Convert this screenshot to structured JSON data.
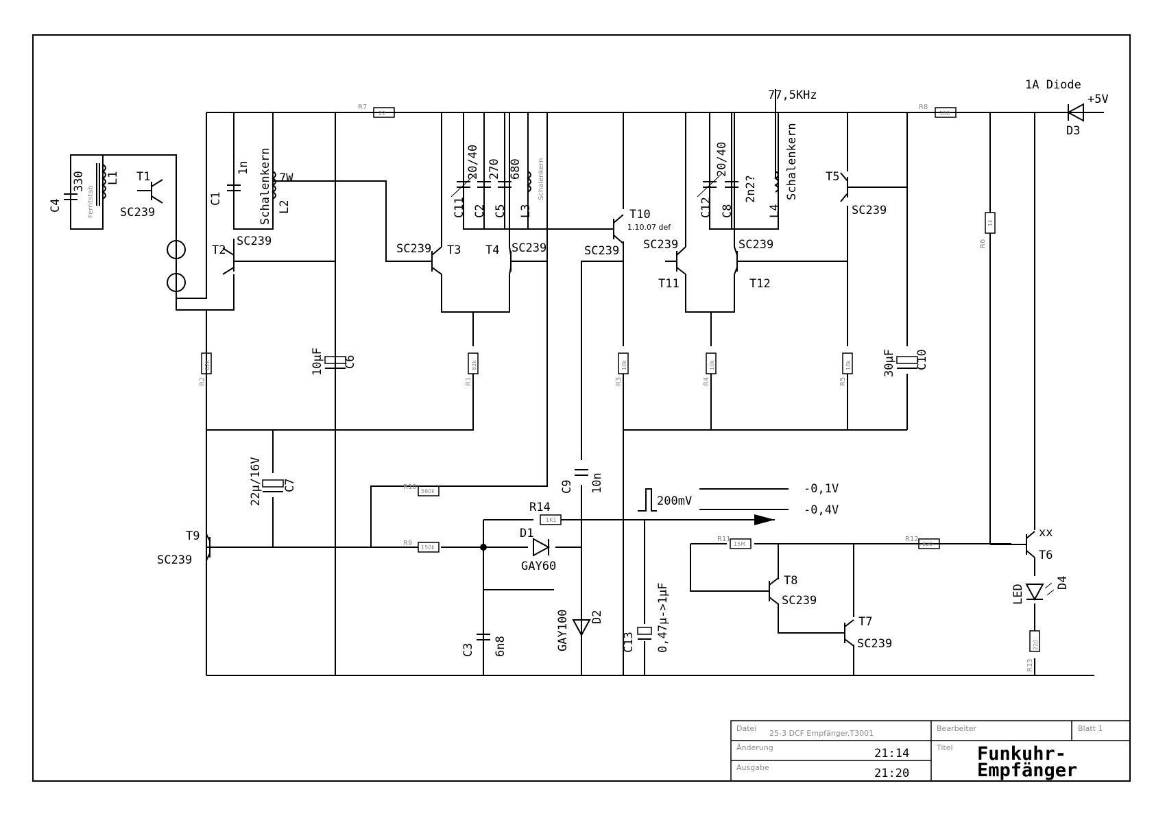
{
  "labels": {
    "diode_label": "1A Diode",
    "supply": "+5V",
    "freq": "77,5KHz",
    "d3": "D3",
    "c4": "C4",
    "c4_val": "330",
    "ferrit": "Ferritstab",
    "l1": "L1",
    "t1": "T1",
    "t1_type": "SC239",
    "c1": "C1",
    "c1_val": "1n",
    "schalenkern": "Schalenkern",
    "l2": "L2",
    "tap_7w": "7W",
    "t2": "T2",
    "t2_type": "SC239",
    "r7": "R7",
    "r7_val": "22",
    "c11": "C11",
    "c11_val": "20/40",
    "c2": "C2",
    "c2_val": "270",
    "c5": "C5",
    "c5_val": "680",
    "l3": "L3",
    "l3_core": "Schalenkern",
    "t3": "T3",
    "t3_type": "SC239",
    "t4": "T4",
    "t4_type": "SC239",
    "t10": "T10",
    "t10_note": "1.10.07 def",
    "t10_type": "SC239",
    "c12": "C12",
    "c12_val": "20/40",
    "c8": "C8",
    "c8_val": "2n2?",
    "l4": "L4",
    "l4_core": "Schalenkern",
    "t11": "T11",
    "t11_type": "SC239",
    "t12": "T12",
    "t12_type": "SC239",
    "t5": "T5",
    "t5_type": "SC239",
    "r8": "R8",
    "r8_val": "180",
    "r6": "R6",
    "r6_val": "1k",
    "r2": "R2",
    "r2_val": "82k",
    "c6": "C6",
    "c6_val": "10µF",
    "r1": "R1",
    "r1_val": "82k",
    "r3": "R3",
    "r3_val": "10k",
    "r4": "R4",
    "r4_val": "10k",
    "r5": "R5",
    "r5_val": "10k",
    "c10": "C10",
    "c10_val": "30µF",
    "c7": "C7",
    "c7_val": "22µ/16V",
    "t9": "T9",
    "t9_type": "SC239",
    "r10": "R10",
    "r10_val": "560k",
    "r9": "R9",
    "r9_val": "150k",
    "c9": "C9",
    "c9_val": "10n",
    "r14": "R14",
    "r14_val": "1K1",
    "d1": "D1",
    "d1_type": "GAY60",
    "c3": "C3",
    "c3_val": "6n8",
    "d2": "D2",
    "d2_type": "GAY100",
    "c13": "C13",
    "c13_val": "0,47µ->1µF",
    "pulse": "200mV",
    "v1": "-0,1V",
    "v2": "-0,4V",
    "r11": "R11",
    "r11_val": "15M",
    "t8": "T8",
    "t8_type": "SC239",
    "t7": "T7",
    "t7_type": "SC239",
    "r12": "R12",
    "r12_val": "820",
    "t6": "T6",
    "t6_type": "xx",
    "led": "LED",
    "d4": "D4",
    "r13": "R13",
    "r13_val": "220"
  },
  "titleblock": {
    "datei_label": "Datei",
    "datei_value": "25-3 DCF Empfänger.T3001",
    "bearbeiter_label": "Bearbeiter",
    "blatt_label": "Blatt 1",
    "aenderung_label": "Änderung",
    "aenderung_value": "21:14",
    "titel_label": "Titel",
    "ausgabe_label": "Ausgabe",
    "ausgabe_value": "21:20",
    "title_line1": "Funkuhr-",
    "title_line2": "Empfänger"
  }
}
